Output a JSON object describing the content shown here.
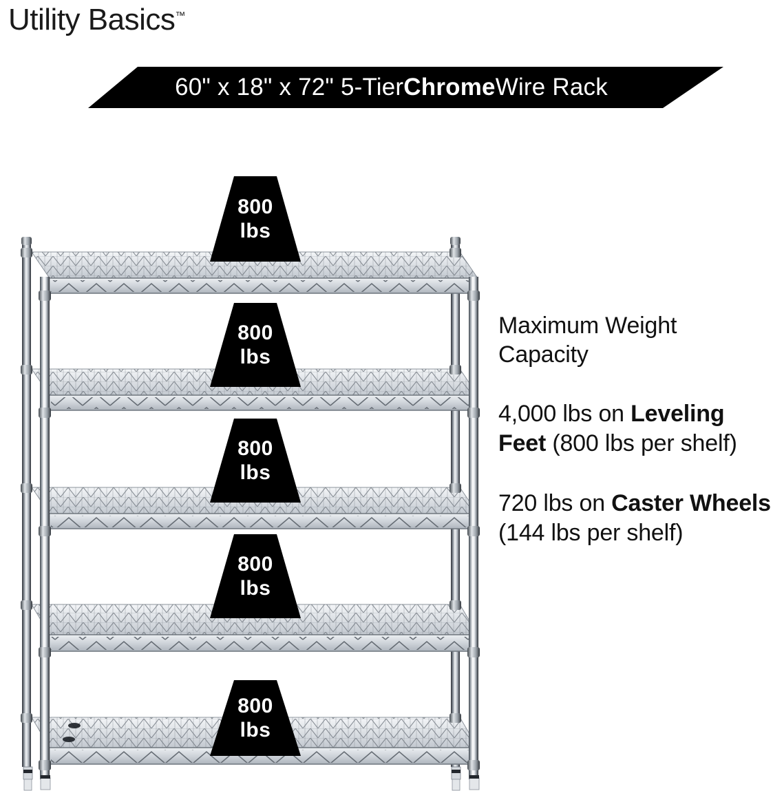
{
  "brand": {
    "name": "Utility Basics",
    "trademark": "™"
  },
  "banner": {
    "prefix": "60\" x 18\" x 72\" 5-Tier ",
    "emphasis": "Chrome",
    "suffix": " Wire Rack",
    "background_color": "#000000",
    "text_color": "#ffffff"
  },
  "product": {
    "width_in": "60\"",
    "depth_in": "18\"",
    "height_in": "72\"",
    "tiers": "5-Tier",
    "finish": "Chrome",
    "type": "Wire Rack",
    "shelf_count": 5
  },
  "badges": [
    {
      "amount": "800",
      "unit": "lbs"
    },
    {
      "amount": "800",
      "unit": "lbs"
    },
    {
      "amount": "800",
      "unit": "lbs"
    },
    {
      "amount": "800",
      "unit": "lbs"
    },
    {
      "amount": "800",
      "unit": "lbs"
    }
  ],
  "copy": {
    "heading": "Maximum Weight Capacity",
    "leveling": {
      "lead": "4,000 lbs on ",
      "emphasis": "Leveling Feet",
      "tail": " (800 lbs per shelf)"
    },
    "caster": {
      "lead": "720 lbs on ",
      "emphasis": "Caster Wheels",
      "tail": " (144 lbs per shelf)"
    }
  },
  "colors": {
    "background": "#ffffff",
    "ink": "#111111",
    "badge_fill": "#000000",
    "badge_text": "#ffffff",
    "chrome_light": "#eef0f3",
    "chrome_mid": "#c6cbd2",
    "chrome_dark": "#5a6068",
    "post_dark": "#2b2f35"
  }
}
